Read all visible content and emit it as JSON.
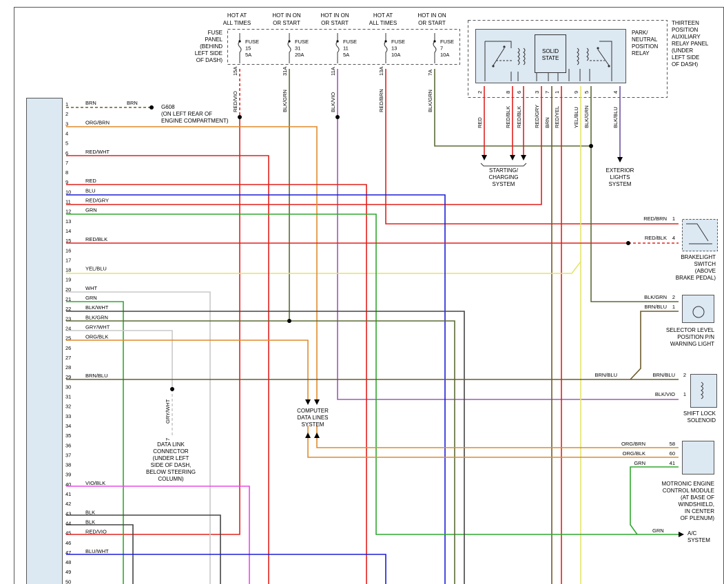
{
  "fuse_panel": {
    "label": [
      "FUSE",
      "PANEL",
      "(BEHIND",
      "LEFT SIDE",
      "OF DASH)"
    ],
    "fuses": [
      {
        "hot": [
          "HOT AT",
          "ALL TIMES"
        ],
        "fuse": [
          "FUSE",
          "15",
          "5A"
        ],
        "terminal": "15A",
        "wire": "RED/VIO"
      },
      {
        "hot": [
          "HOT IN ON",
          "OR START"
        ],
        "fuse": [
          "FUSE",
          "31",
          "20A"
        ],
        "terminal": "31A",
        "wire": "BLK/GRN"
      },
      {
        "hot": [
          "HOT IN ON",
          "OR START"
        ],
        "fuse": [
          "FUSE",
          "11",
          "5A"
        ],
        "terminal": "11A",
        "wire": "BLK/VIO"
      },
      {
        "hot": [
          "HOT AT",
          "ALL TIMES"
        ],
        "fuse": [
          "FUSE",
          "13",
          "10A"
        ],
        "terminal": "13A",
        "wire": "RED/BRN"
      },
      {
        "hot": [
          "HOT IN ON",
          "OR START"
        ],
        "fuse": [
          "FUSE",
          "7",
          "10A"
        ],
        "terminal": "7A",
        "wire": "BLK/GRN"
      }
    ]
  },
  "relay": {
    "solid_state": [
      "SOLID",
      "STATE"
    ],
    "relay_label": [
      "PARK/",
      "NEUTRAL",
      "POSITION",
      "RELAY"
    ],
    "panel_label": [
      "THIRTEEN",
      "POSITION",
      "AUXILIARY",
      "RELAY PANEL",
      "(UNDER",
      "LEFT SIDE",
      "OF DASH)"
    ],
    "pins": [
      {
        "num": "2",
        "wire": "RED"
      },
      {
        "num": "8",
        "wire": "RED/BLK"
      },
      {
        "num": "6",
        "wire": "RED/BLK"
      },
      {
        "num": "3",
        "wire": "RED/GRY"
      },
      {
        "num": "7",
        "wire": "BRN"
      },
      {
        "num": "1",
        "wire": "RED/YEL"
      },
      {
        "num": "9",
        "wire": "YEL/BLU"
      },
      {
        "num": "5",
        "wire": "BLK/GRN"
      },
      {
        "num": "4",
        "wire": "BLK/BLU"
      }
    ]
  },
  "connector": {
    "pins": [
      {
        "num": "1",
        "wire": "BRN"
      },
      {
        "num": "2",
        "wire": ""
      },
      {
        "num": "3",
        "wire": "ORG/BRN"
      },
      {
        "num": "4",
        "wire": ""
      },
      {
        "num": "5",
        "wire": ""
      },
      {
        "num": "6",
        "wire": "RED/WHT"
      },
      {
        "num": "7",
        "wire": ""
      },
      {
        "num": "8",
        "wire": ""
      },
      {
        "num": "9",
        "wire": "RED"
      },
      {
        "num": "10",
        "wire": "BLU"
      },
      {
        "num": "11",
        "wire": "RED/GRY"
      },
      {
        "num": "12",
        "wire": "GRN"
      },
      {
        "num": "13",
        "wire": ""
      },
      {
        "num": "14",
        "wire": ""
      },
      {
        "num": "15",
        "wire": "RED/BLK"
      },
      {
        "num": "16",
        "wire": ""
      },
      {
        "num": "17",
        "wire": ""
      },
      {
        "num": "18",
        "wire": "YEL/BLU"
      },
      {
        "num": "19",
        "wire": ""
      },
      {
        "num": "20",
        "wire": "WHT"
      },
      {
        "num": "21",
        "wire": "GRN"
      },
      {
        "num": "22",
        "wire": "BLK/WHT"
      },
      {
        "num": "23",
        "wire": "BLK/GRN"
      },
      {
        "num": "24",
        "wire": "GRY/WHT"
      },
      {
        "num": "25",
        "wire": "ORG/BLK"
      },
      {
        "num": "26",
        "wire": ""
      },
      {
        "num": "27",
        "wire": ""
      },
      {
        "num": "28",
        "wire": ""
      },
      {
        "num": "29",
        "wire": "BRN/BLU"
      },
      {
        "num": "30",
        "wire": ""
      },
      {
        "num": "31",
        "wire": ""
      },
      {
        "num": "32",
        "wire": ""
      },
      {
        "num": "33",
        "wire": ""
      },
      {
        "num": "34",
        "wire": ""
      },
      {
        "num": "35",
        "wire": ""
      },
      {
        "num": "36",
        "wire": ""
      },
      {
        "num": "37",
        "wire": ""
      },
      {
        "num": "38",
        "wire": ""
      },
      {
        "num": "39",
        "wire": ""
      },
      {
        "num": "40",
        "wire": "VIO/BLK"
      },
      {
        "num": "41",
        "wire": ""
      },
      {
        "num": "42",
        "wire": ""
      },
      {
        "num": "43",
        "wire": "BLK"
      },
      {
        "num": "44",
        "wire": "BLK"
      },
      {
        "num": "45",
        "wire": "RED/VIO"
      },
      {
        "num": "46",
        "wire": ""
      },
      {
        "num": "47",
        "wire": "BLU/WHT"
      },
      {
        "num": "48",
        "wire": ""
      },
      {
        "num": "49",
        "wire": ""
      },
      {
        "num": "50",
        "wire": ""
      }
    ]
  },
  "ground": {
    "wire": "BRN",
    "label": [
      "G608",
      "(ON LEFT REAR OF",
      "ENGINE COMPARTMENT)"
    ]
  },
  "starting": [
    "STARTING/",
    "CHARGING",
    "SYSTEM"
  ],
  "exterior": [
    "EXTERIOR",
    "LIGHTS",
    "SYSTEM"
  ],
  "brakelight": {
    "label": [
      "BRAKELIGHT",
      "SWITCH",
      "(ABOVE",
      "BRAKE PEDAL)"
    ],
    "pins": [
      {
        "wire": "RED/BRN",
        "num": "1"
      },
      {
        "wire": "RED/BLK",
        "num": "4"
      }
    ]
  },
  "selector": {
    "label": [
      "SELECTOR LEVEL",
      "POSITION P/N",
      "WARNING LIGHT"
    ],
    "pins": [
      {
        "wire": "BLK/GRN",
        "num": "2"
      },
      {
        "wire": "BRN/BLU",
        "num": "1"
      }
    ]
  },
  "shiftlock": {
    "label": [
      "SHIFT LOCK",
      "SOLENOID"
    ],
    "pins": [
      {
        "wire": "BRN/BLU",
        "num": "2"
      },
      {
        "wire": "BLK/VIO",
        "num": "1"
      }
    ],
    "inline_wire": "BRN/BLU"
  },
  "computer": [
    "COMPUTER",
    "DATA LINES",
    "SYSTEM"
  ],
  "dlc": {
    "wire": "GRY/WHT",
    "pin": "7",
    "label": [
      "DATA LINK",
      "CONNECTOR",
      "(UNDER LEFT",
      "SIDE OF DASH,",
      "BELOW STEERING",
      "COLUMN)"
    ]
  },
  "ecm": {
    "label": [
      "MOTRONIC ENGINE",
      "CONTROL MODULE",
      "(AT BASE OF",
      "WINDSHIELD,",
      "IN CENTER",
      "OF PLENUM)"
    ],
    "pins": [
      {
        "wire": "ORG/BRN",
        "num": "58"
      },
      {
        "wire": "ORG/BLK",
        "num": "60"
      },
      {
        "wire": "GRN",
        "num": "41"
      }
    ]
  },
  "ac": {
    "wire": "GRN",
    "label": [
      "A/C",
      "SYSTEM"
    ]
  },
  "colors": {
    "RED": "#e0201c",
    "BLU": "#1b1bd6",
    "GRN": "#2ea82e",
    "ORG": "#e08a2a",
    "YEL": "#e4e46a",
    "VIO": "#9b5ab5",
    "MAG": "#e84ae8",
    "GRY": "#c8c8c8",
    "BLK": "#444444",
    "OLIVE": "#5a6a35",
    "BRN": "#6b5a2a",
    "BLKBLU": "#6a50a0"
  }
}
